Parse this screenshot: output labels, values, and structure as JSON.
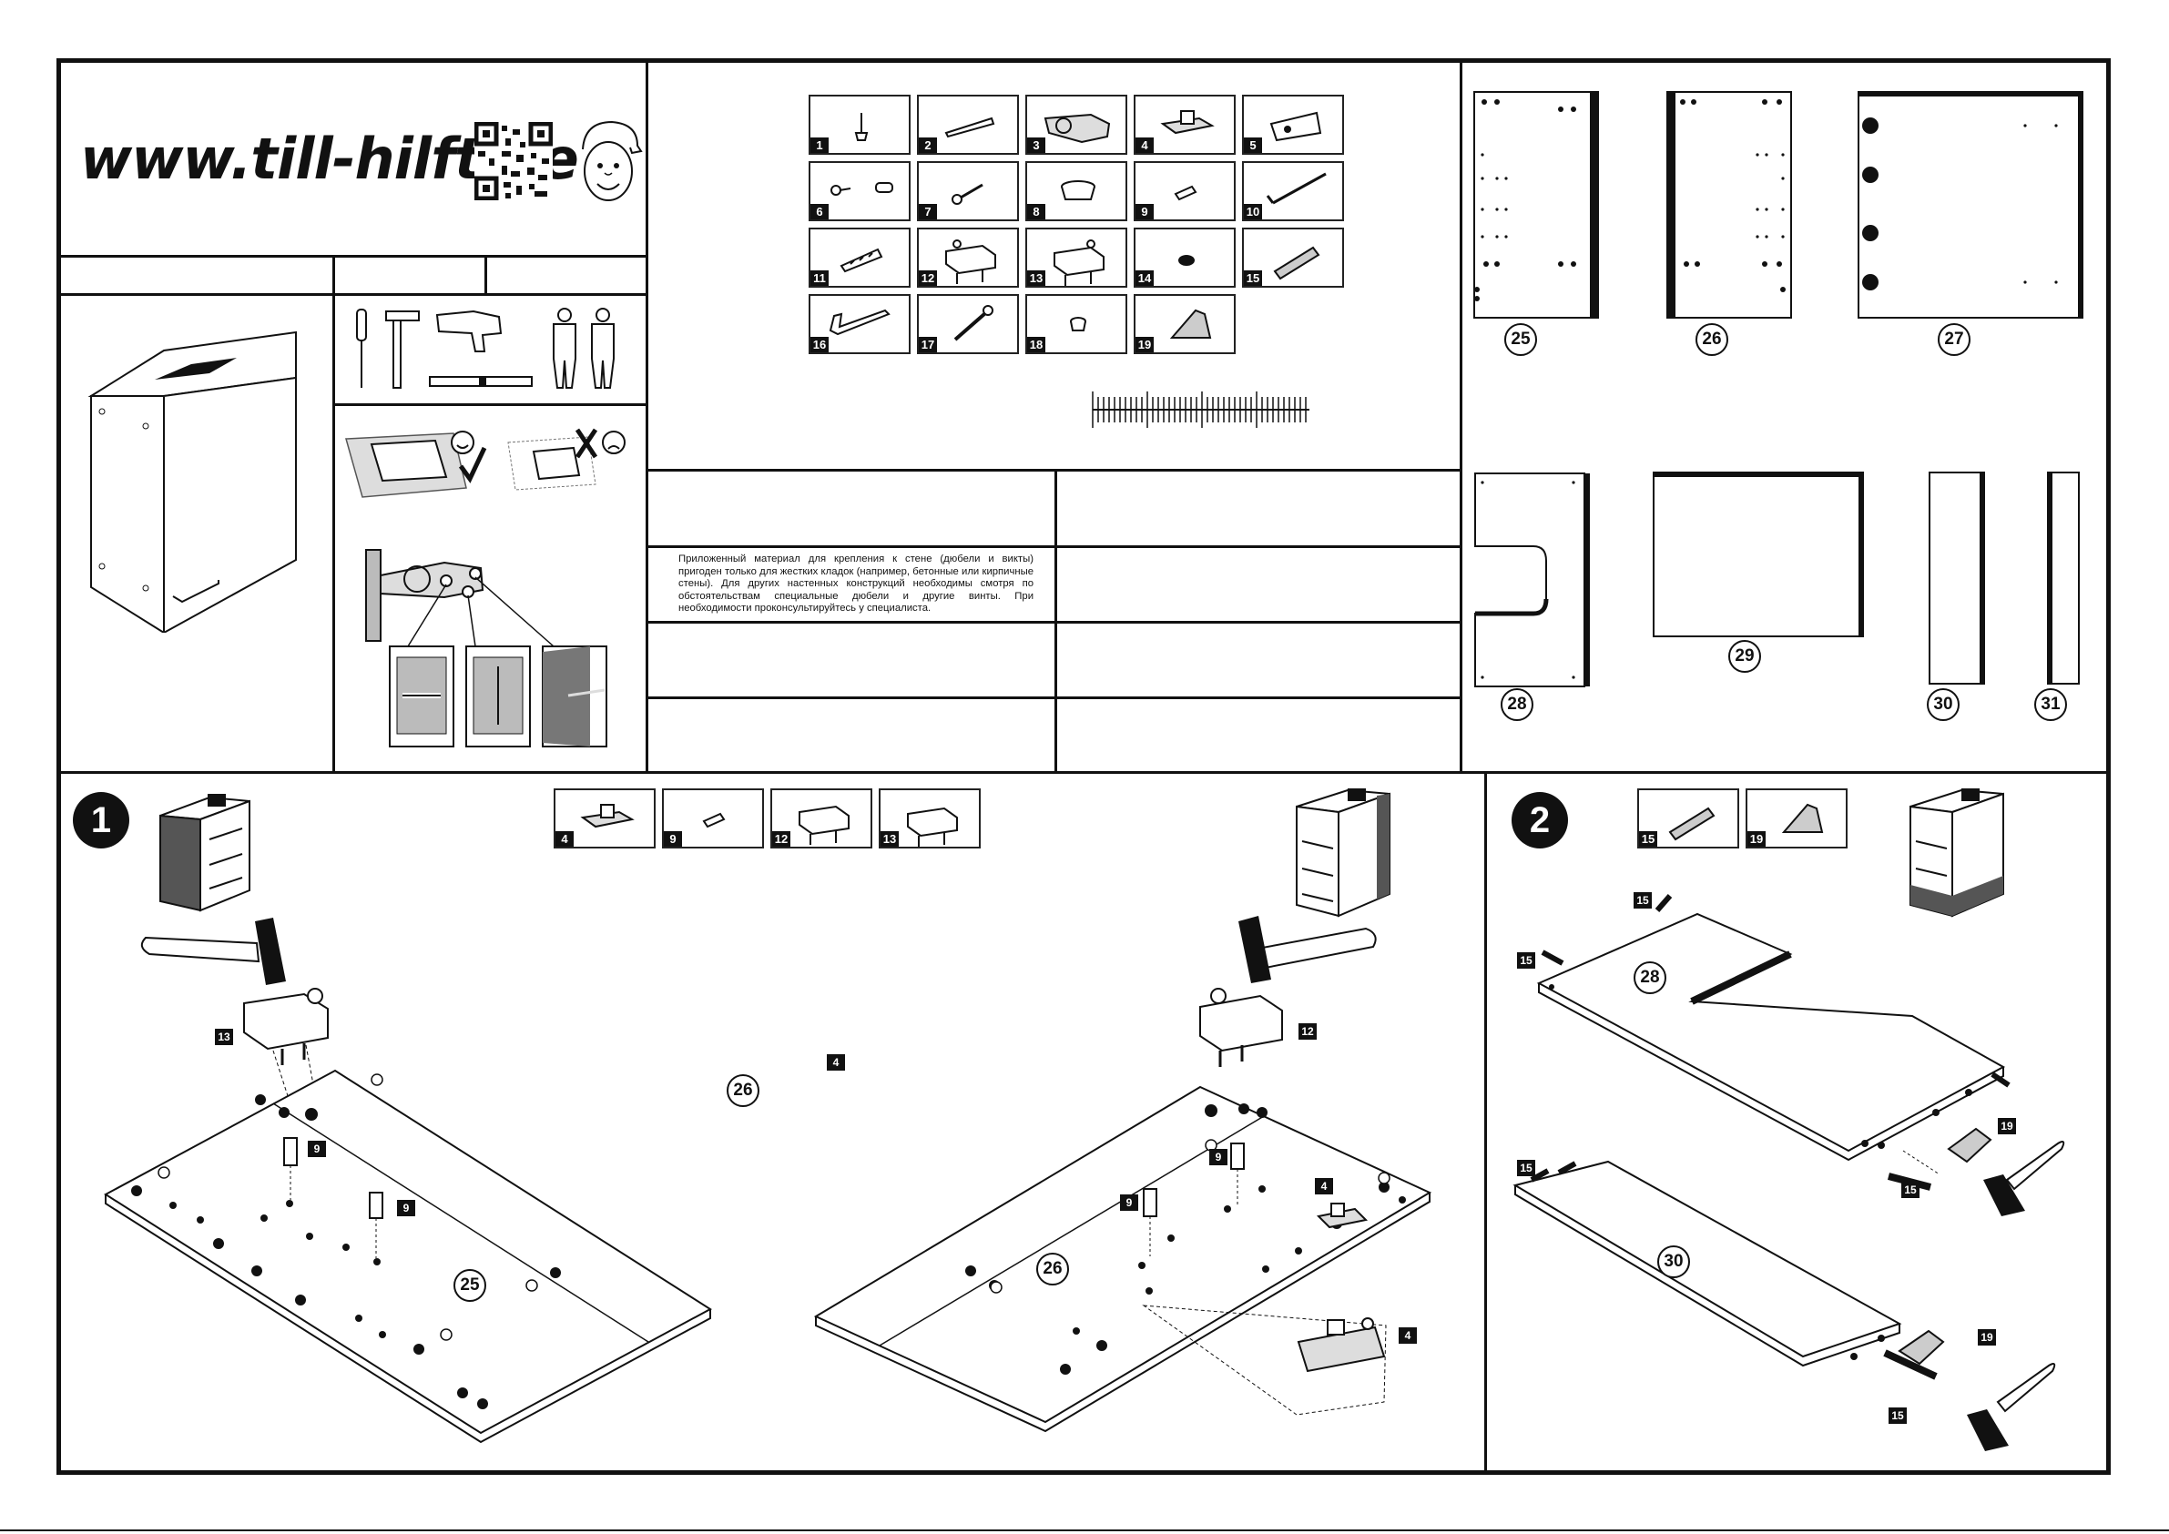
{
  "header": {
    "url": "www.till-hilft.de"
  },
  "parts": [
    {
      "num": "1",
      "icon": "leveling-foot-icon"
    },
    {
      "num": "2",
      "icon": "screw-icon"
    },
    {
      "num": "3",
      "icon": "hinge-icon"
    },
    {
      "num": "4",
      "icon": "hinge-plate-icon"
    },
    {
      "num": "5",
      "icon": "wall-hanger-icon"
    },
    {
      "num": "6",
      "icon": "cam-bolt-icon"
    },
    {
      "num": "7",
      "icon": "short-screw-icon"
    },
    {
      "num": "8",
      "icon": "knob-icon"
    },
    {
      "num": "9",
      "icon": "connector-bolt-icon"
    },
    {
      "num": "10",
      "icon": "hook-screw-icon"
    },
    {
      "num": "11",
      "icon": "wall-plug-icon"
    },
    {
      "num": "12",
      "icon": "mounting-bracket-left-icon"
    },
    {
      "num": "13",
      "icon": "mounting-bracket-right-icon"
    },
    {
      "num": "14",
      "icon": "bumper-pad-icon"
    },
    {
      "num": "15",
      "icon": "wooden-dowel-icon"
    },
    {
      "num": "16",
      "icon": "handle-icon"
    },
    {
      "num": "17",
      "icon": "long-screw-icon"
    },
    {
      "num": "18",
      "icon": "cap-icon"
    },
    {
      "num": "19",
      "icon": "glue-icon"
    }
  ],
  "notice": {
    "text": "Приложенный материал для крепления к стене (дюбели и викты) пригоден только для жестких кладок (например, бетонные или кирпичные стены). Для других настенных конструкций необходимы смотря по обстоятельствам специальные дюбели и другие винты. При необходимости проконсультируйтесь у специалиста."
  },
  "panels": [
    {
      "num": "25"
    },
    {
      "num": "26"
    },
    {
      "num": "27"
    },
    {
      "num": "28"
    },
    {
      "num": "29"
    },
    {
      "num": "30"
    },
    {
      "num": "31"
    }
  ],
  "step1": {
    "number": "1",
    "parts_needed": [
      "4",
      "9",
      "12",
      "13"
    ],
    "labels": {
      "bracket_left": "13",
      "bracket_right": "12",
      "bolt_a": "9",
      "bolt_b": "9",
      "bolt_c": "9",
      "bolt_d": "9",
      "plate_a": "4",
      "plate_b": "4",
      "plate_c": "4",
      "panel_a": "25",
      "panel_b": "26",
      "panel_c": "26"
    }
  },
  "step2": {
    "number": "2",
    "parts_needed": [
      "15",
      "19"
    ],
    "labels": {
      "dowel_a": "15",
      "dowel_b": "15",
      "dowel_c": "15",
      "dowel_d": "15",
      "dowel_e": "15",
      "glue_a": "19",
      "glue_b": "19",
      "panel_a": "28",
      "panel_b": "30"
    }
  }
}
